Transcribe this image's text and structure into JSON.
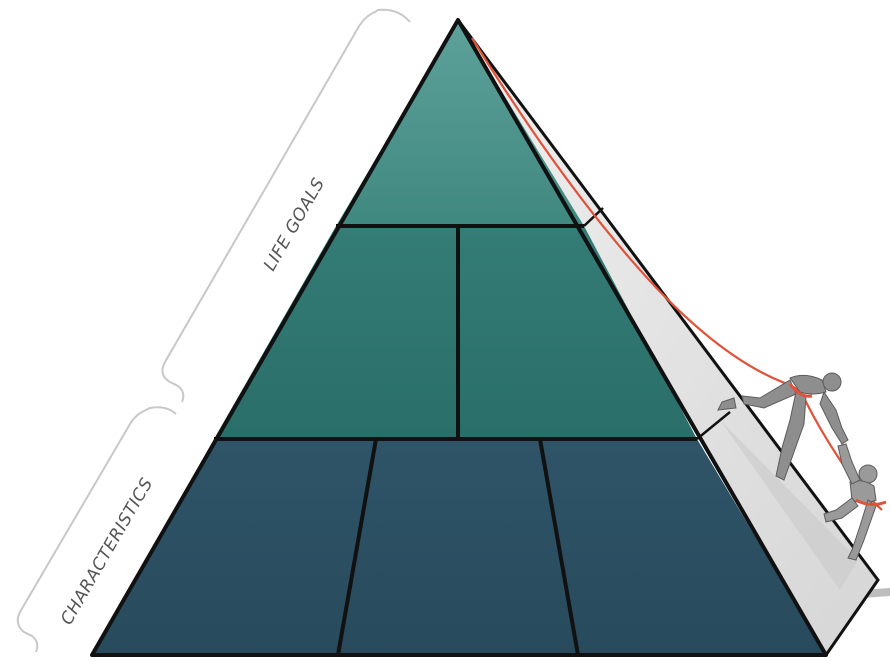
{
  "labels": {
    "life_goals": "LIFE GOALS",
    "characteristics": "CHARACTERISTICS"
  },
  "pyramid": {
    "tiers": [
      {
        "name": "top",
        "blocks": 1,
        "color": "#4a918a"
      },
      {
        "name": "middle",
        "blocks": 2,
        "color": "#2f7570"
      },
      {
        "name": "bottom",
        "blocks": 3,
        "color": "#2c4f63"
      }
    ],
    "outline_color": "#111111",
    "side_face_color": "#e6e6e6"
  },
  "rope": {
    "color": "#e0533a"
  },
  "climbers": {
    "count": 2,
    "color": "#8e8e8e"
  }
}
